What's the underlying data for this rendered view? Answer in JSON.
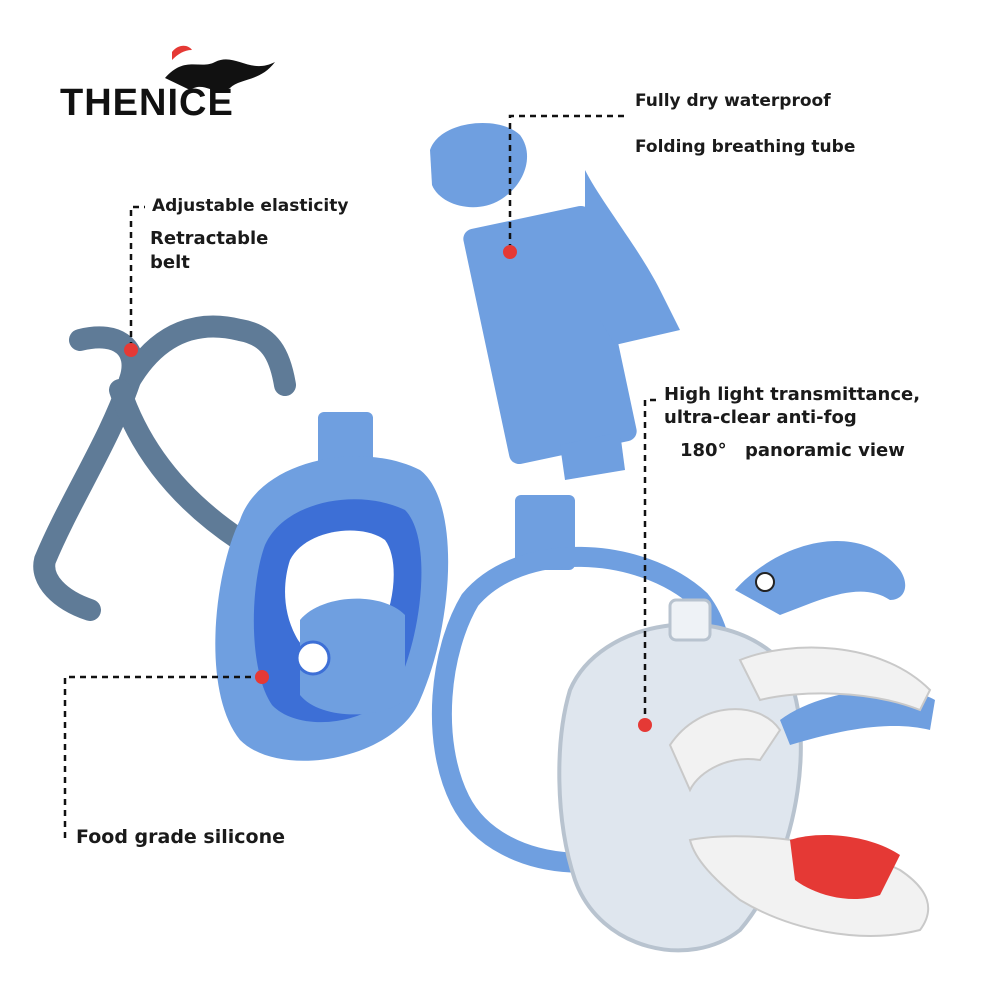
{
  "brand": {
    "name": "THENICE"
  },
  "callouts": {
    "waterproof": "Fully dry waterproof",
    "tube": "Folding breathing tube",
    "elasticity": "Adjustable elasticity",
    "belt_line1": "Retractable",
    "belt_line2": "belt",
    "transmittance_line1": "High light transmittance,",
    "transmittance_line2": "ultra-clear anti-fog",
    "view_degrees": "180°",
    "view_text": "panoramic view",
    "silicone": "Food grade silicone"
  },
  "colors": {
    "mask_blue": "#6f9fe0",
    "mask_blue_dark": "#3d6fd6",
    "strap_gray": "#5f7b97",
    "marker_red": "#e53935",
    "shark_white": "#f2f2f2",
    "clear_lens": "#dfe6ee"
  }
}
